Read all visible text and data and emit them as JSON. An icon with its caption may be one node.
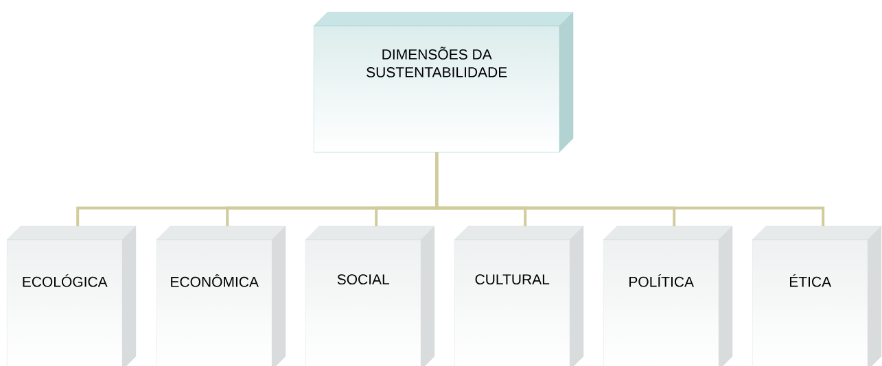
{
  "diagram": {
    "nodes": [
      {
        "text": [
          "DIMENSÕES DA SUSTENTABILIDADE"
        ]
      },
      {
        "text": [
          "ECOLÓGICA"
        ]
      },
      {
        "text": [
          "ECONÔMICA"
        ]
      },
      {
        "text": [
          "SOCIAL"
        ]
      },
      {
        "text": [
          "CULTURAL"
        ]
      },
      {
        "text": [
          "POLÍTICA"
        ]
      },
      {
        "text": [
          "ÉTICA"
        ]
      }
    ],
    "edges": [
      {
        "from": 0,
        "to": 1,
        "arrow": "none"
      },
      {
        "from": 0,
        "to": 2,
        "arrow": "none"
      },
      {
        "from": 0,
        "to": 3,
        "arrow": "none"
      },
      {
        "from": 0,
        "to": 4,
        "arrow": "none"
      },
      {
        "from": 0,
        "to": 5,
        "arrow": "none"
      },
      {
        "from": 0,
        "to": 6,
        "arrow": "none"
      }
    ]
  }
}
